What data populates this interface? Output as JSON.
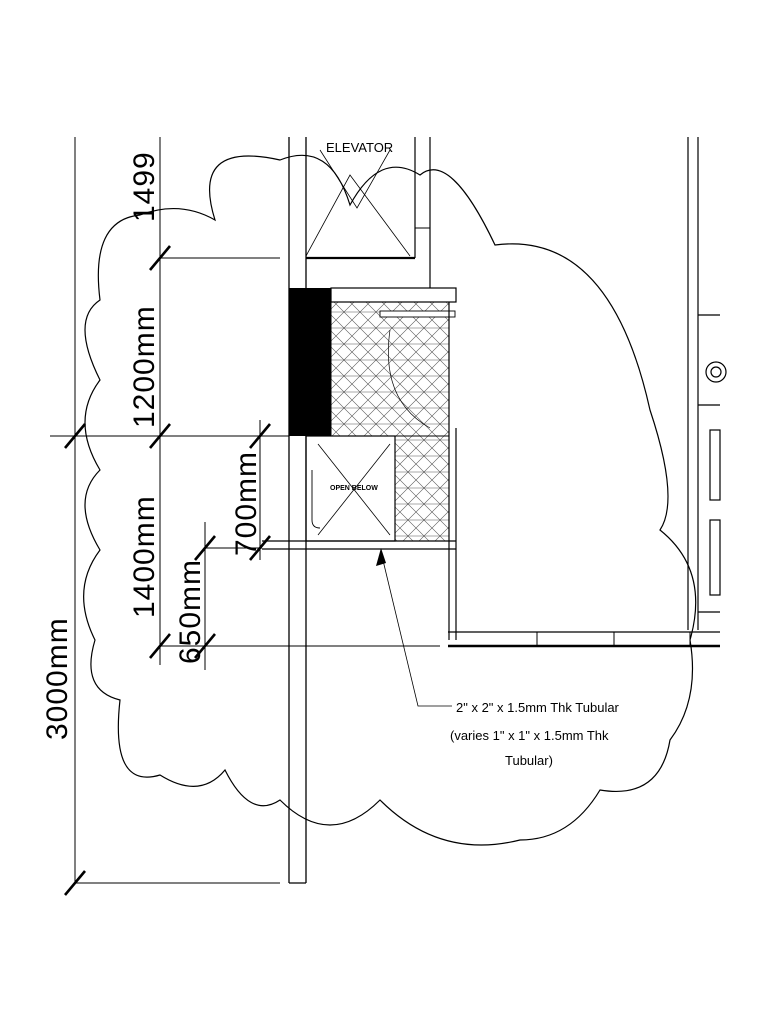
{
  "labels": {
    "elevator": "ELEVATOR",
    "open_below": "OPEN BELOW",
    "note_line1": "2\" x 2\" x 1.5mm Thk Tubular",
    "note_line2": "(varies 1\" x 1\" x 1.5mm Thk",
    "note_line3": "Tubular)"
  },
  "dimensions": {
    "d1499": "1499",
    "d1200": "1200mm",
    "d1400": "1400mm",
    "d700": "700mm",
    "d650": "650mm",
    "d3000": "3000mm"
  }
}
